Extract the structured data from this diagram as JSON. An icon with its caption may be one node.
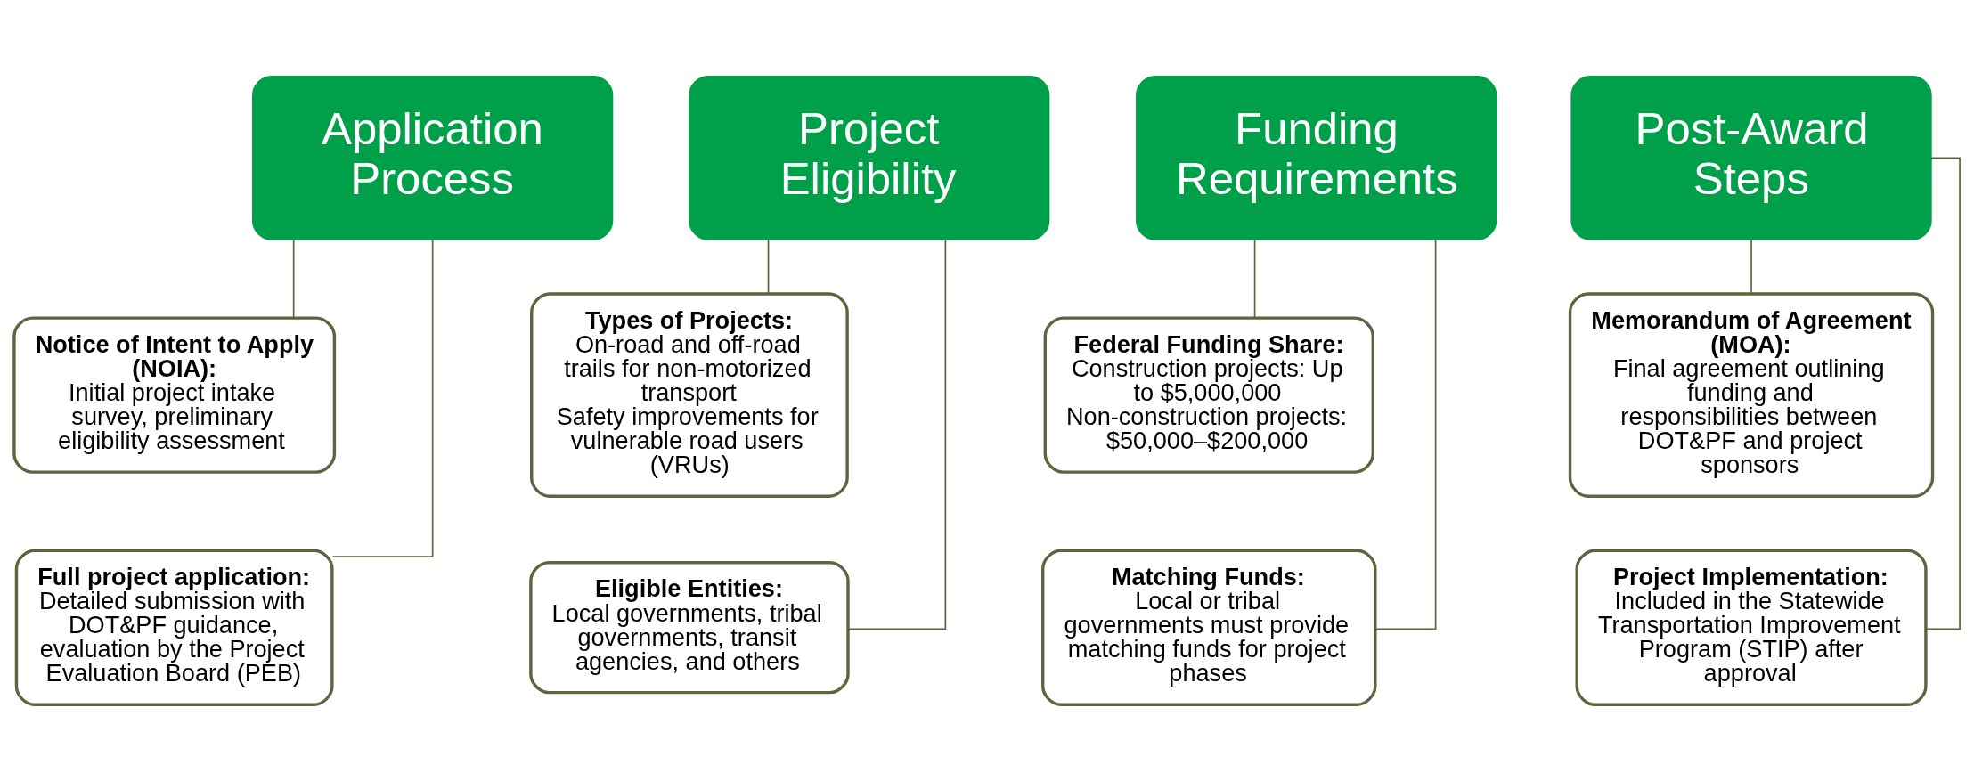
{
  "diagram": {
    "nodes": [
      {
        "text": [
          "Application Process"
        ]
      },
      {
        "text": [
          "Notice of Intent to Apply (NOIA):",
          "Initial project intake survey, preliminary eligibility assessment"
        ]
      },
      {
        "text": [
          "Full project application:",
          "Detailed submission with DOT&PF guidance, evaluation by the Project Evaluation Board (PEB)"
        ]
      },
      {
        "text": [
          "Project Eligibility"
        ]
      },
      {
        "text": [
          "Types of Projects:",
          "On-road and off-road trails for non-motorized transport",
          "Safety improvements for vulnerable road users (VRUs)"
        ]
      },
      {
        "text": [
          "Eligible Entities:",
          "Local governments, tribal governments, transit agencies, and others"
        ]
      },
      {
        "text": [
          "Funding Requirements"
        ]
      },
      {
        "text": [
          "Federal Funding Share:",
          "Construction projects: Up to $5,000,000",
          "Non-construction projects: $50,000–$200,000"
        ]
      },
      {
        "text": [
          "Matching Funds:",
          "Local or tribal governments must provide matching funds for project phases"
        ]
      },
      {
        "text": [
          "Post-Award Steps"
        ]
      },
      {
        "text": [
          "Memorandum of Agreement (MOA):",
          "Final agreement outlining funding and responsibilities between DOT&PF and project sponsors"
        ]
      },
      {
        "text": [
          "Project Implementation:",
          "Included in the Statewide Transportation Improvement Program (STIP) after approval"
        ]
      }
    ],
    "edges": [
      {
        "from": 0,
        "to": 1,
        "arrow": "none"
      },
      {
        "from": 0,
        "to": 2,
        "arrow": "none"
      },
      {
        "from": 3,
        "to": 4,
        "arrow": "none"
      },
      {
        "from": 3,
        "to": 5,
        "arrow": "none"
      },
      {
        "from": 6,
        "to": 7,
        "arrow": "none"
      },
      {
        "from": 6,
        "to": 8,
        "arrow": "none"
      },
      {
        "from": 9,
        "to": 10,
        "arrow": "none"
      },
      {
        "from": 9,
        "to": 11,
        "arrow": "none"
      }
    ]
  }
}
